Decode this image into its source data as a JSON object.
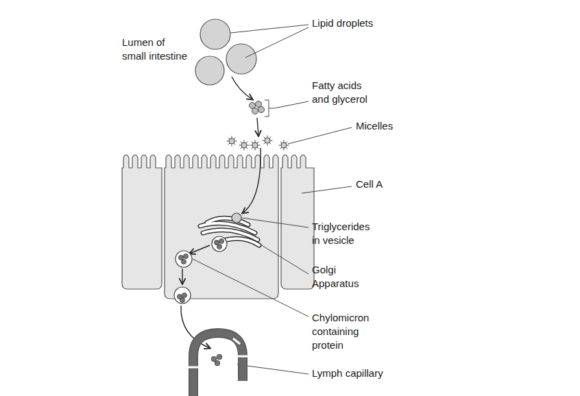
{
  "diagram": {
    "labels": [
      "Lipid droplets",
      "Lumen of small intestine",
      "Fatty acids and glycerol",
      "Micelles",
      "Cell A",
      "Triglycerides in vesicle",
      "Golgi Apparatus",
      "Chylomicron containing protein",
      "Lymph capillary"
    ]
  }
}
